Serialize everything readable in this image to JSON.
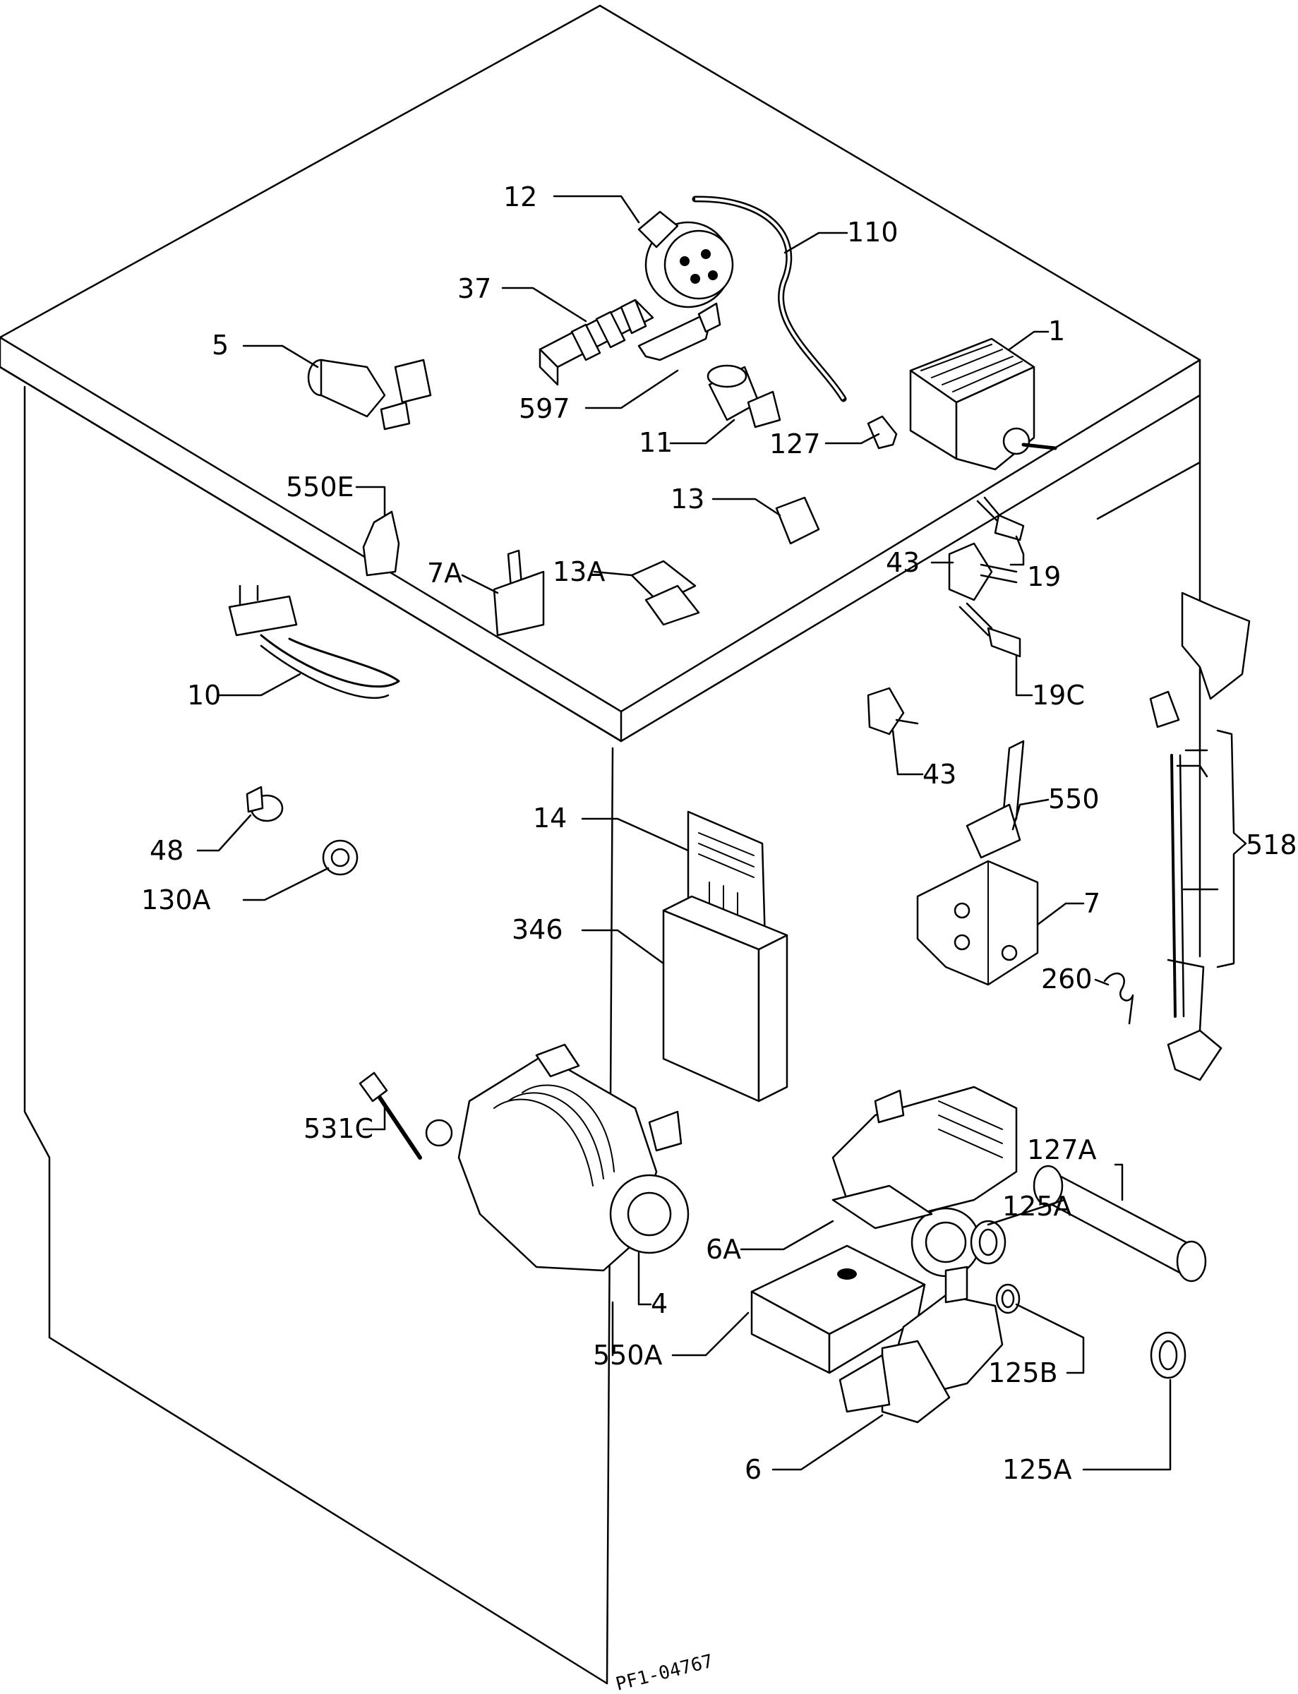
{
  "diagram": {
    "drawing_number": "PF1-04767",
    "callouts": {
      "c1": "1",
      "c4": "4",
      "c5": "5",
      "c6": "6",
      "c6A": "6A",
      "c7": "7",
      "c7A": "7A",
      "c10": "10",
      "c11": "11",
      "c12": "12",
      "c13": "13",
      "c13A": "13A",
      "c14": "14",
      "c19": "19",
      "c19C": "19C",
      "c37": "37",
      "c43a": "43",
      "c43b": "43",
      "c48": "48",
      "c110": "110",
      "c125A_top": "125A",
      "c125A_bottom": "125A",
      "c125B": "125B",
      "c127": "127",
      "c127A": "127A",
      "c130A": "130A",
      "c260": "260",
      "c346": "346",
      "c518": "518",
      "c531C": "531C",
      "c550": "550",
      "c550A": "550A",
      "c550E": "550E",
      "c597": "597"
    }
  }
}
